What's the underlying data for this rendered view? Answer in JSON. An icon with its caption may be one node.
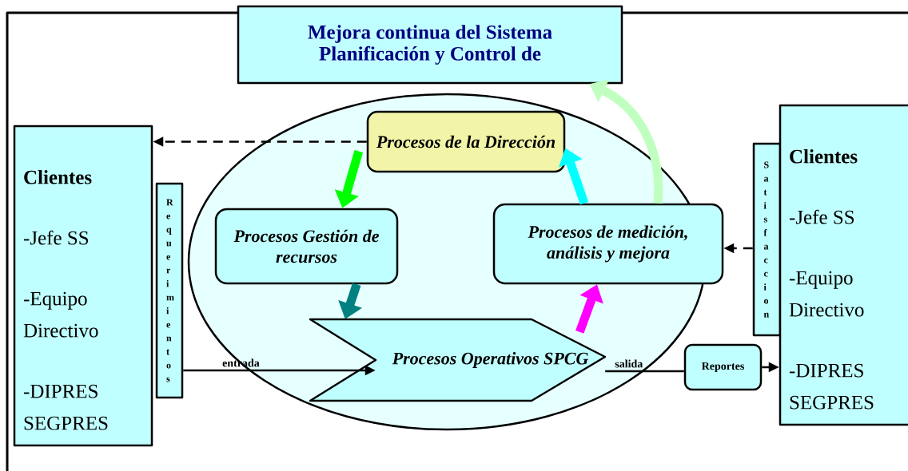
{
  "diagram": {
    "nodes": [
      {
        "text": [
          "Mejora continua del Sistema Planificación y Control de"
        ]
      },
      {
        "text": [
          "Clientes",
          "-Jefe SS",
          "-Equipo Directivo",
          "-DIPRES SEGPRES"
        ]
      },
      {
        "text": [
          "Requerimientos"
        ]
      },
      {
        "text": [],
        "shape": "ellipse"
      },
      {
        "text": [
          "Procesos de la Dirección"
        ],
        "in": 3
      },
      {
        "text": [
          "Procesos Gestión de recursos"
        ],
        "in": 3
      },
      {
        "text": [
          "Procesos de medición, análisis y mejora"
        ],
        "in": 3
      },
      {
        "text": [
          "Procesos Operativos SPCG"
        ],
        "in": 3
      },
      {
        "text": [
          "Reportes"
        ]
      },
      {
        "text": [
          "Satisfaccion"
        ]
      },
      {
        "text": [
          "Clientes",
          "-Jefe SS",
          "-Equipo Directivo",
          "-DIPRES SEGPRES"
        ]
      }
    ],
    "edges": [
      {
        "from": 4,
        "to": 1,
        "arrow": "to",
        "style": "dashed"
      },
      {
        "from": 4,
        "to": 5,
        "arrow": "to",
        "style": "thick",
        "color": "#00ff00"
      },
      {
        "from": 5,
        "to": 7,
        "arrow": "to",
        "style": "thick",
        "color": "#008080"
      },
      {
        "from": 7,
        "to": 6,
        "arrow": "to",
        "style": "thick",
        "color": "#ff00ff"
      },
      {
        "from": 6,
        "to": 4,
        "arrow": "to",
        "style": "thick",
        "color": "#00ffff"
      },
      {
        "from": 6,
        "to": 0,
        "arrow": "to",
        "style": "thick",
        "color": "#c0ffc0"
      },
      {
        "from": 2,
        "to": 7,
        "arrow": "to",
        "label": "entrada"
      },
      {
        "from": 7,
        "to": 8,
        "arrow": "none",
        "label": "salida"
      },
      {
        "from": 8,
        "to": 10,
        "arrow": "to"
      },
      {
        "from": 9,
        "to": 6,
        "arrow": "to",
        "style": "dashed"
      }
    ]
  }
}
